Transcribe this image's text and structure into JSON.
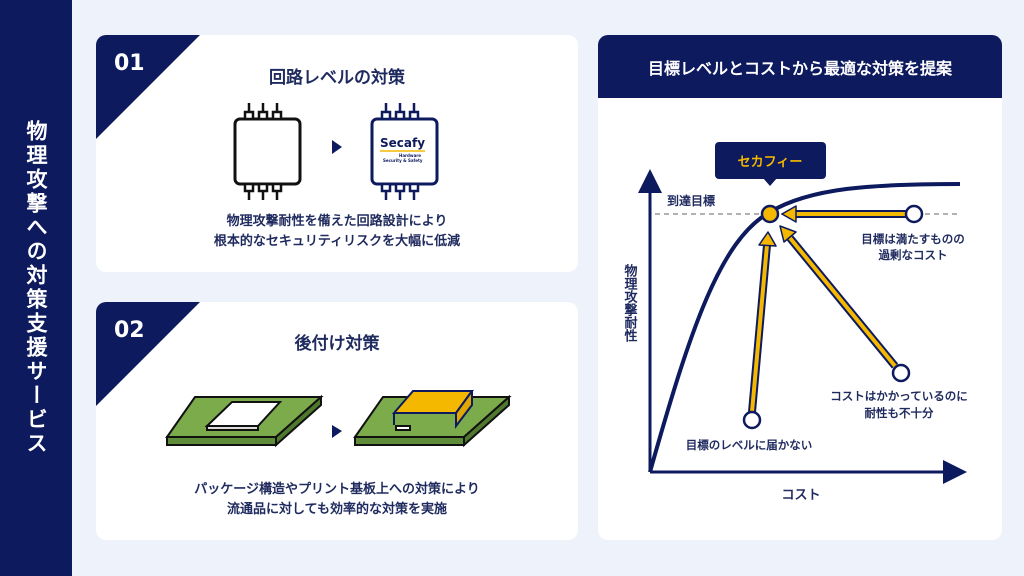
{
  "sidebar": {
    "title": "物理攻撃への対策支援サービス"
  },
  "card1": {
    "number": "01",
    "title": "回路レベルの対策",
    "logo_text": "Secafy",
    "logo_sub1": "Hardware",
    "logo_sub2": "Security & Safety",
    "desc_line1": "物理攻撃耐性を備えた回路設計により",
    "desc_line2": "根本的なセキュリティリスクを大幅に低減"
  },
  "card2": {
    "number": "02",
    "title": "後付け対策",
    "desc_line1": "パッケージ構造やプリント基板上への対策により",
    "desc_line2": "流通品に対しても効率的な対策を実施"
  },
  "right": {
    "header": "目標レベルとコストから最適な対策を提案",
    "bubble": "セカフィー",
    "target_label": "到達目標",
    "y_axis": "物理攻撃耐性",
    "x_axis": "コスト",
    "note1_line1": "目標は満たすものの",
    "note1_line2": "過剰なコスト",
    "note2_line1": "コストはかかっているのに",
    "note2_line2": "耐性も不十分",
    "note3": "目標のレベルに届かない"
  },
  "colors": {
    "navy": "#0d1a5e",
    "yellow": "#f5b800",
    "green": "#7cab4c",
    "bg": "#eef2fb"
  }
}
